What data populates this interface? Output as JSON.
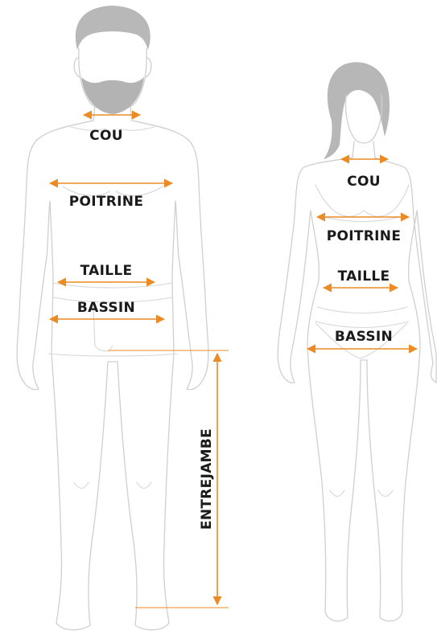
{
  "colors": {
    "accent": "#ec8a23",
    "outline": "#cfcfcf",
    "hair": "#b7b7b7",
    "text": "#1a1a1a"
  },
  "man": {
    "neck": "COU",
    "chest": "POITRINE",
    "waist": "TAILLE",
    "hips": "BASSIN",
    "inseam": "ENTREJAMBE"
  },
  "woman": {
    "neck": "COU",
    "chest": "POITRINE",
    "waist": "TAILLE",
    "hips": "BASSIN"
  }
}
